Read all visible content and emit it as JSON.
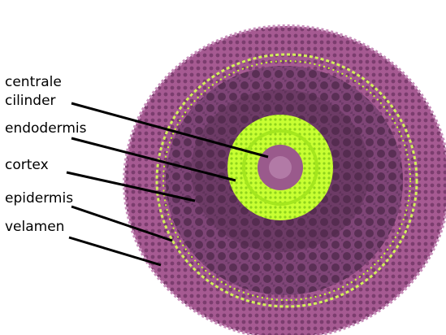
{
  "labels": {
    "centrale": "centrale",
    "cilinder": "cilinder",
    "endodermis": "endodermis",
    "cortex": "cortex",
    "epidermis": "epidermis",
    "velamen": "velamen"
  },
  "colors": {
    "outer_tissue": "#a65a92",
    "velamen_dark": "#7b3d6e",
    "cortex_tissue": "#8a4d82",
    "cortex_dark": "#5a2f55",
    "highlight_green": "#c8ff32",
    "stele_center": "#9a5a8c",
    "leader_line": "#000000",
    "label_text": "#000000"
  }
}
